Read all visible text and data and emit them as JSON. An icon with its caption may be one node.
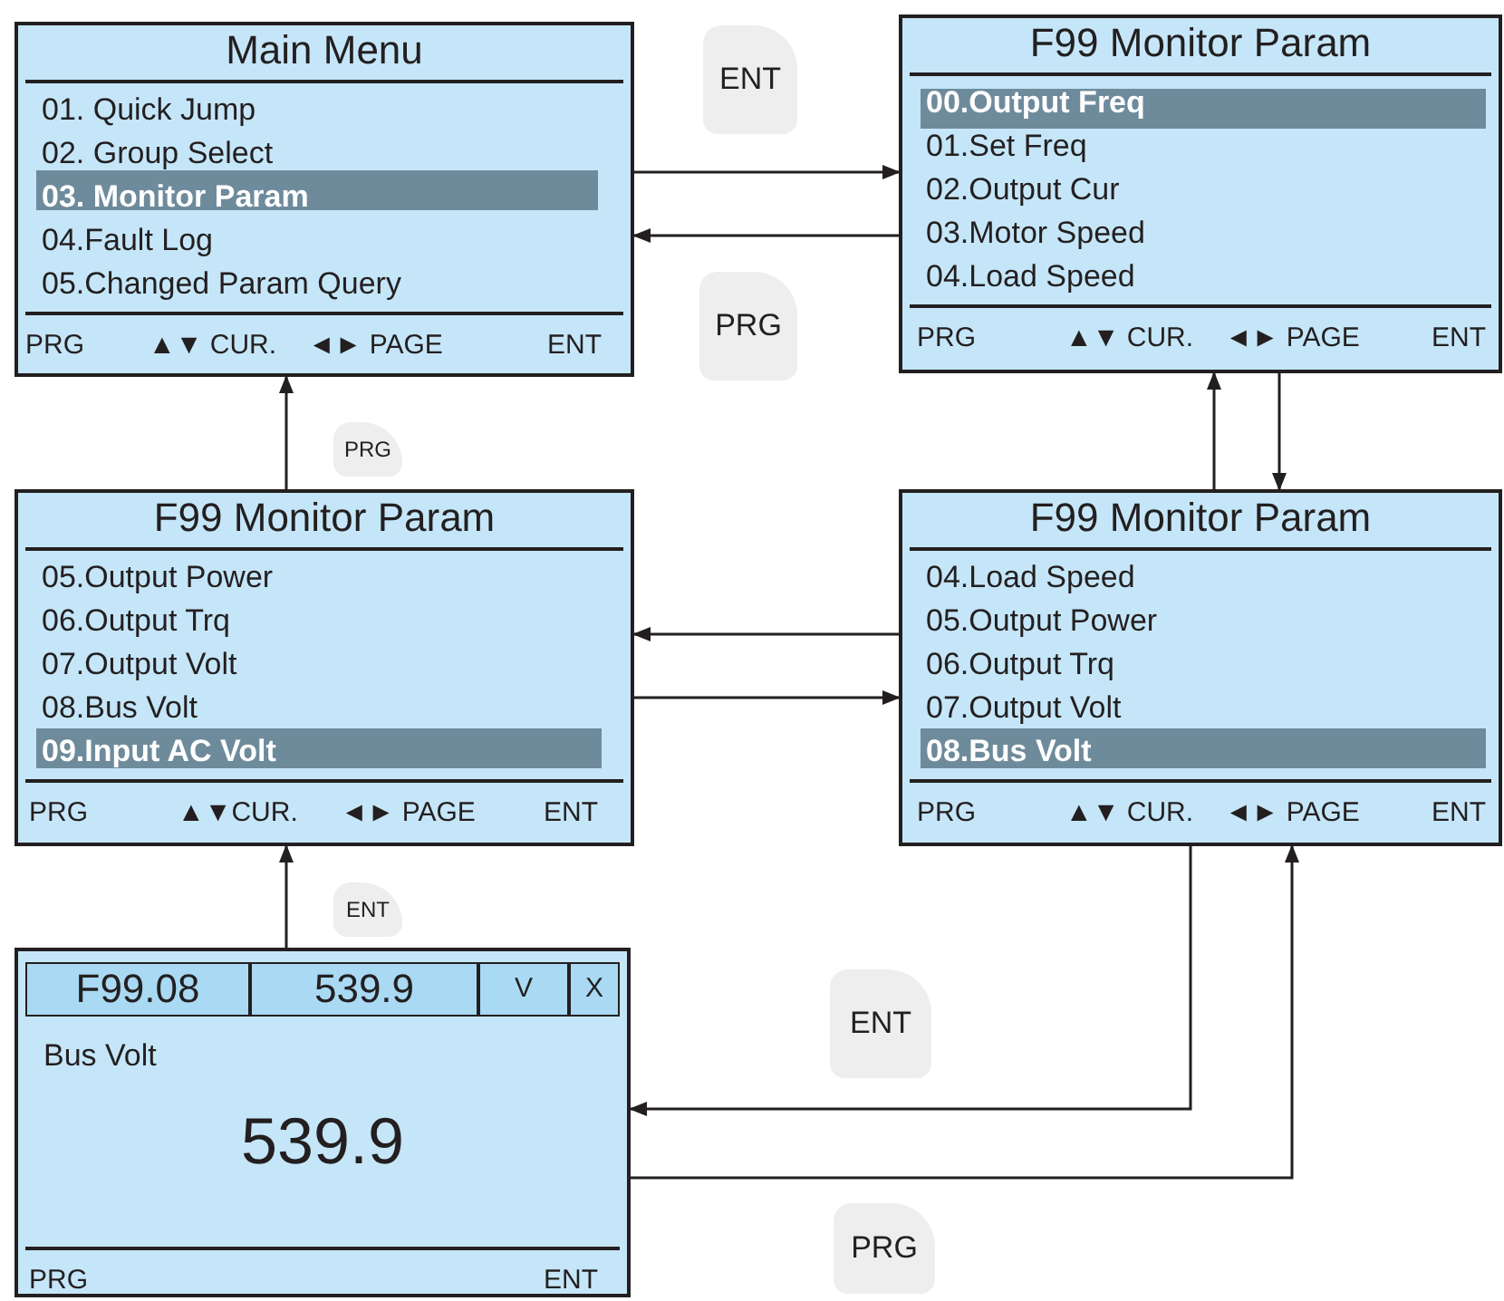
{
  "diagram": {
    "nodes": [
      {
        "text": [
          "Main Menu",
          "01. Quick Jump",
          "02. Group Select",
          "03. Monitor Param",
          "04.Fault Log",
          "05.Changed Param Query",
          "PRG",
          "▲▼ CUR.",
          "◄► PAGE",
          "ENT"
        ]
      },
      {
        "text": [
          "F99 Monitor Param",
          "00.Output Freq",
          "01.Set Freq",
          "02.Output Cur",
          "03.Motor Speed",
          "04.Load Speed",
          "PRG",
          "▲▼ CUR.",
          "◄► PAGE",
          "ENT"
        ]
      },
      {
        "text": [
          "F99 Monitor Param",
          "05.Output Power",
          "06.Output Trq",
          "07.Output Volt",
          "08.Bus Volt",
          "09.Input AC Volt",
          "PRG",
          "▲▼CUR.",
          "◄► PAGE",
          "ENT"
        ]
      },
      {
        "text": [
          "F99 Monitor Param",
          "04.Load Speed",
          "05.Output Power",
          "06.Output Trq",
          "07.Output Volt",
          "08.Bus Volt",
          "PRG",
          "▲▼ CUR.",
          "◄► PAGE",
          "ENT"
        ]
      },
      {
        "text": [
          "F99.08",
          "539.9",
          "V",
          "X",
          "Bus Volt",
          "539.9",
          "PRG",
          "ENT"
        ]
      }
    ],
    "edges": [
      {
        "from": 0,
        "to": 1,
        "arrow": "to",
        "label": "ENT"
      },
      {
        "from": 1,
        "to": 0,
        "arrow": "to",
        "label": "PRG"
      },
      {
        "from": 3,
        "to": 1,
        "arrow": "to"
      },
      {
        "from": 1,
        "to": 3,
        "arrow": "to"
      },
      {
        "from": 2,
        "to": 0,
        "arrow": "to",
        "label": "PRG"
      },
      {
        "from": 3,
        "to": 2,
        "arrow": "to"
      },
      {
        "from": 2,
        "to": 3,
        "arrow": "to"
      },
      {
        "from": 4,
        "to": 2,
        "arrow": "to",
        "label": "ENT"
      },
      {
        "from": 3,
        "to": 4,
        "arrow": "to",
        "label": "ENT"
      },
      {
        "from": 4,
        "to": 3,
        "arrow": "to",
        "label": "PRG"
      }
    ]
  }
}
